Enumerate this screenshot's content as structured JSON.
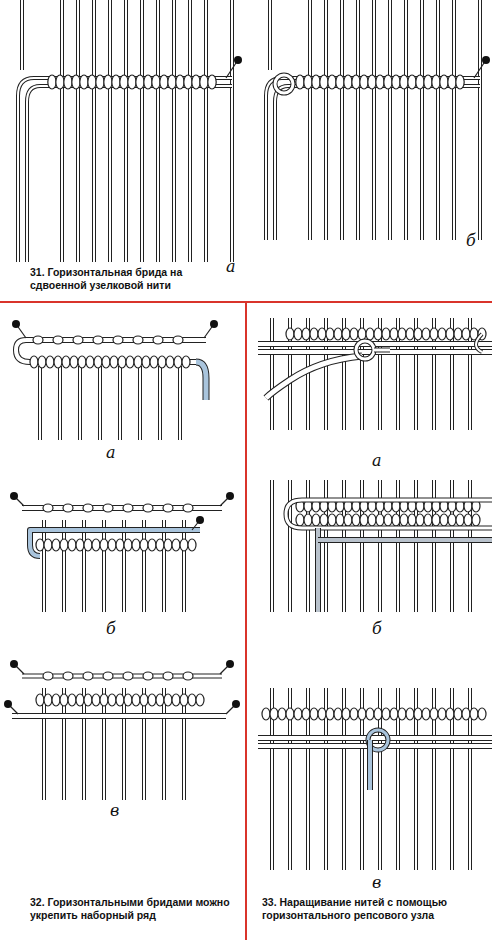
{
  "diagram": {
    "labels": [
      "а",
      "б",
      "31. Горизонтальная брида на сдвоенной узелковой нити",
      "а",
      "б",
      "в",
      "32. Горизонтальными бридами можно укрепить наборный ряд",
      "а",
      "б",
      "в",
      "33. Наращивание нитей с помощью горизонтального репсового узла"
    ]
  }
}
